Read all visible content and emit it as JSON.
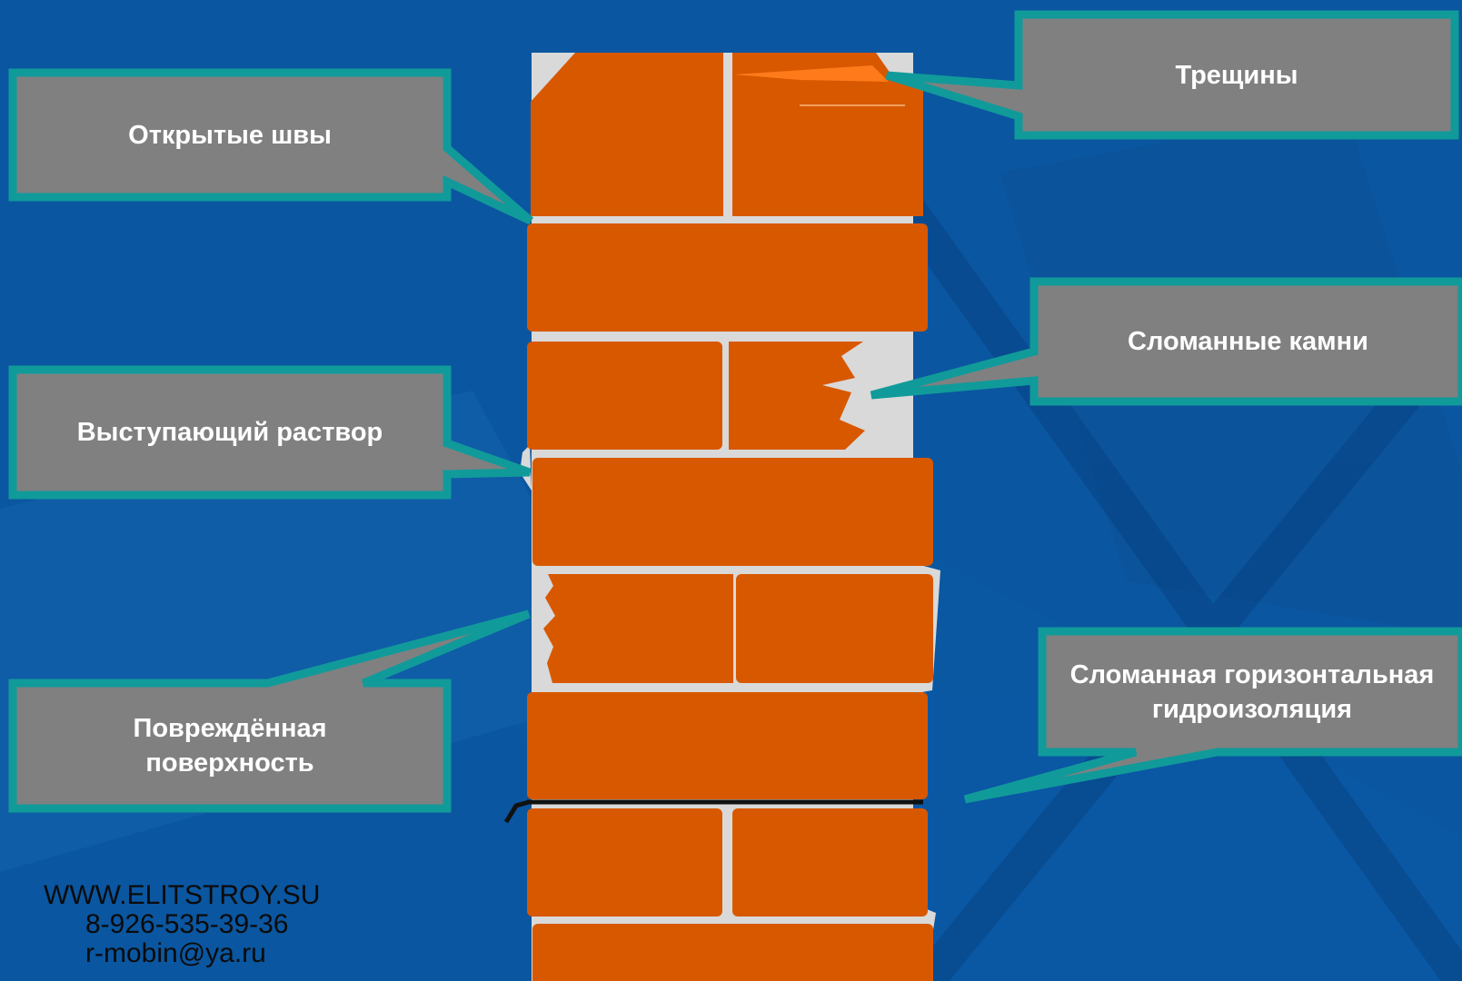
{
  "colors": {
    "background": "#0a56a0",
    "brick": "#d85800",
    "mortar": "#d9d9d9",
    "callout_fill": "#808080",
    "callout_border": "#119a9a",
    "crack": "#ff7a1a",
    "damp_course": "#111111",
    "label_text": "#ffffff",
    "contacts_text": "#0b0b0b"
  },
  "callouts": {
    "open_joints": "Открытые швы",
    "cracks": "Трещины",
    "protruding_mortar": "Выступающий раствор",
    "broken_stones": "Сломанные камни",
    "damaged_surface": [
      "Повреждённая",
      "поверхность"
    ],
    "broken_damp_proofing": [
      "Сломанная горизонтальная",
      "гидроизоляция"
    ]
  },
  "contacts": {
    "website": "WWW.ELITSTROY.SU",
    "phone": "8-926-535-39-36",
    "email": "r-mobin@ya.ru"
  }
}
